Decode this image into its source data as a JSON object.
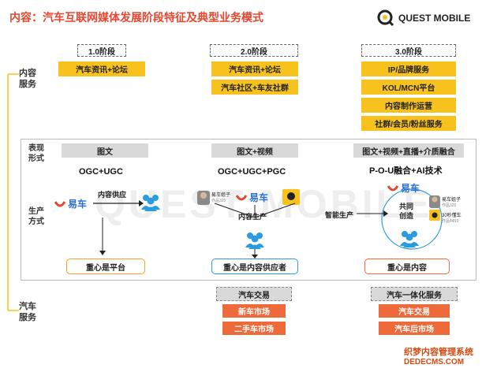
{
  "title": "内容：汽车互联网媒体发展阶段特征及典型业务模式",
  "logo": {
    "text": "QUEST MOBILE"
  },
  "watermark": "QUEST MOBILE",
  "side_labels": {
    "content_service": "内容\n服务",
    "expression": "表现\n形式",
    "production": "生产\n方式",
    "auto_service": "汽车\n服务"
  },
  "stages": [
    {
      "label": "1.0阶段",
      "content_items": [
        "汽车资讯+论坛"
      ],
      "form": "图文",
      "producers": "OGC+UGC",
      "flow_label": "内容供应",
      "brand": "易车",
      "focus": "重心是平台"
    },
    {
      "label": "2.0阶段",
      "content_items": [
        "汽车资讯+论坛",
        "汽车社区+车友社群"
      ],
      "form": "图文+视频",
      "producers": "OGC+UGC+PGC",
      "flow_label": "内容生产",
      "brand": "易车",
      "avatar_name": "易车姐子",
      "avatar_sub": "作品325",
      "focus": "重心是内容供应者",
      "service_header": "汽车交易",
      "service_items": [
        "新车市场",
        "二手车市场"
      ]
    },
    {
      "label": "3.0阶段",
      "content_items": [
        "IP/品牌服务",
        "KOL/MCN平台",
        "内容制作运营",
        "社群/会员/粉丝服务"
      ],
      "form": "图文+视频+直播+介质融合",
      "producers": "P-O-U融合+AI技术",
      "flow_label": "智能生产",
      "center_label": "共同\n创造",
      "brand": "易车",
      "avatar_name": "易车姐子",
      "avatar_sub": "作品325",
      "avatar2_name": "30秒懂车",
      "avatar2_sub": "作品4459",
      "focus": "重心是内容",
      "service_header": "汽车一体化服务",
      "service_items": [
        "汽车交易",
        "汽车后市场"
      ]
    }
  ],
  "site_watermark": {
    "line1": "织梦内容管理系统",
    "line2": "DEDECMS.COM"
  },
  "colors": {
    "accent_red": "#e8452e",
    "yellow": "#f7c21e",
    "orange": "#ef6a3a",
    "blue": "#2a6fd6"
  }
}
